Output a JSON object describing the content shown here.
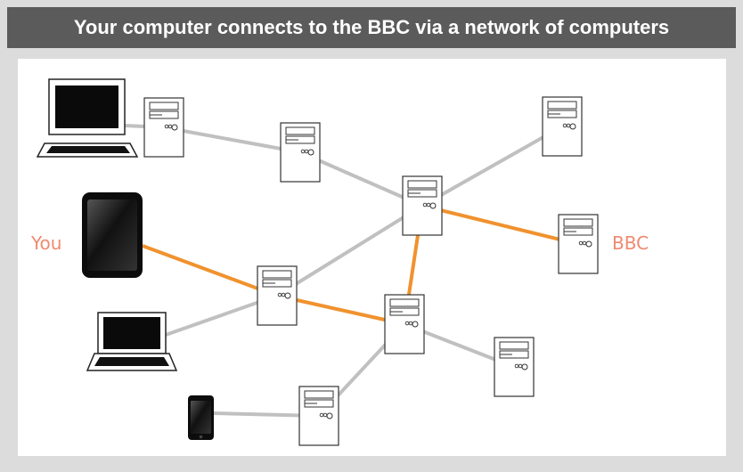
{
  "title": "Your computer connects to the BBC via a network of computers",
  "labels": {
    "you": "You",
    "bbc": "BBC"
  },
  "colors": {
    "header_bg": "#5b5b5b",
    "frame_bg": "#dcdcdc",
    "link_gray": "#c0c0c0",
    "link_orange": "#f0922e",
    "label_text": "#f08a70"
  },
  "devices": [
    {
      "id": "desktop",
      "icon": "desktop-computer-icon"
    },
    {
      "id": "tablet",
      "icon": "tablet-icon"
    },
    {
      "id": "laptop",
      "icon": "laptop-icon"
    },
    {
      "id": "phone",
      "icon": "smartphone-icon"
    }
  ],
  "servers": [
    "s1",
    "s2",
    "s3",
    "s4",
    "s5",
    "s6",
    "s7",
    "s8",
    "s9"
  ],
  "links": [
    {
      "from": "desktop",
      "to": "s1",
      "route": false
    },
    {
      "from": "s1",
      "to": "s2",
      "route": false
    },
    {
      "from": "s2",
      "to": "s3",
      "route": false
    },
    {
      "from": "s3",
      "to": "s4",
      "route": false
    },
    {
      "from": "s3",
      "to": "s5",
      "route": true
    },
    {
      "from": "s3",
      "to": "s6",
      "route": false
    },
    {
      "from": "s6",
      "to": "s7",
      "route": true
    },
    {
      "from": "s7",
      "to": "s3",
      "route": true
    },
    {
      "from": "tablet",
      "to": "s6",
      "route": true
    },
    {
      "from": "laptop",
      "to": "s6",
      "route": false
    },
    {
      "from": "s7",
      "to": "s8",
      "route": false
    },
    {
      "from": "s7",
      "to": "s9",
      "route": false
    },
    {
      "from": "phone",
      "to": "s9",
      "route": false
    }
  ]
}
